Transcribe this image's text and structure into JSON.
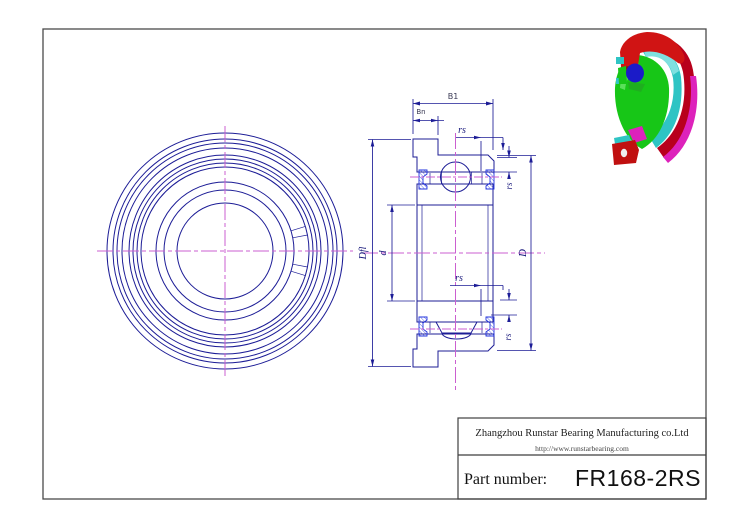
{
  "title_block": {
    "company": "Zhangzhou Runstar Bearing Manufacturing co.Ltd",
    "website": "http://www.runstarbearing.com",
    "part_label": "Part number:",
    "part_number": "FR168-2RS"
  },
  "dimensions": {
    "width_total": "B1",
    "width_flange": "Bn",
    "chamfer_top": "rs",
    "chamfer_top_right": "rs",
    "chamfer_bottom": "rs",
    "chamfer_bottom_right": "rs",
    "outer_diameter": "D",
    "bore_diameter": "d",
    "flange_diameter": "Dfl"
  },
  "front_view": {
    "circle_radii": [
      118,
      112,
      108,
      103,
      96,
      92,
      88,
      84,
      69,
      61,
      48
    ]
  },
  "colors": {
    "line": "#1c1c96",
    "centerline": "#cb5fd0",
    "seal": "#2233dd",
    "border": "#3f3f3f",
    "render_red": "#c01414",
    "render_green": "#17c617",
    "render_cyan": "#2fc4c4",
    "render_magenta": "#dd22bb",
    "render_ball_blue": "#1b1bc8"
  }
}
